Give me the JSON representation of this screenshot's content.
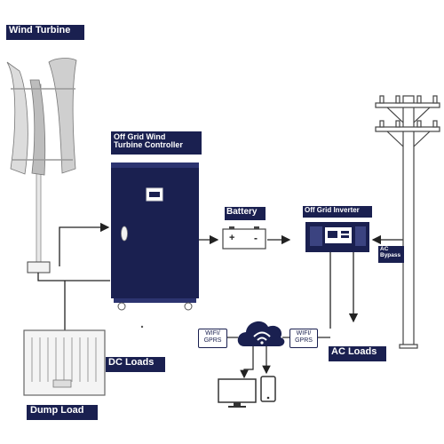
{
  "labels": {
    "wind_turbine": "Wind Turbine",
    "controller_line1": "Off Grid Wind",
    "controller_line2": "Turbine Controller",
    "battery": "Battery",
    "battery_plus": "+",
    "battery_minus": "-",
    "inverter": "Off Grid Inverter",
    "ac_bypass_line1": "AC",
    "ac_bypass_line2": "Bypass",
    "dc_loads": "DC Loads",
    "ac_loads": "AC Loads",
    "dump_load": "Dump Load",
    "wifi_left_line1": "WIFI/",
    "wifi_left_line2": "GPRS",
    "wifi_right_line1": "WIFI/",
    "wifi_right_line2": "GPRS"
  },
  "colors": {
    "navy": "#1a2050",
    "wire": "#222222",
    "blade": "#d8d8d8"
  },
  "icons": [
    "wind-turbine-icon",
    "controller-cabinet-icon",
    "battery-icon",
    "inverter-icon",
    "power-pole-icon",
    "dump-load-icon",
    "cloud-wifi-icon",
    "monitor-icon",
    "phone-icon"
  ]
}
